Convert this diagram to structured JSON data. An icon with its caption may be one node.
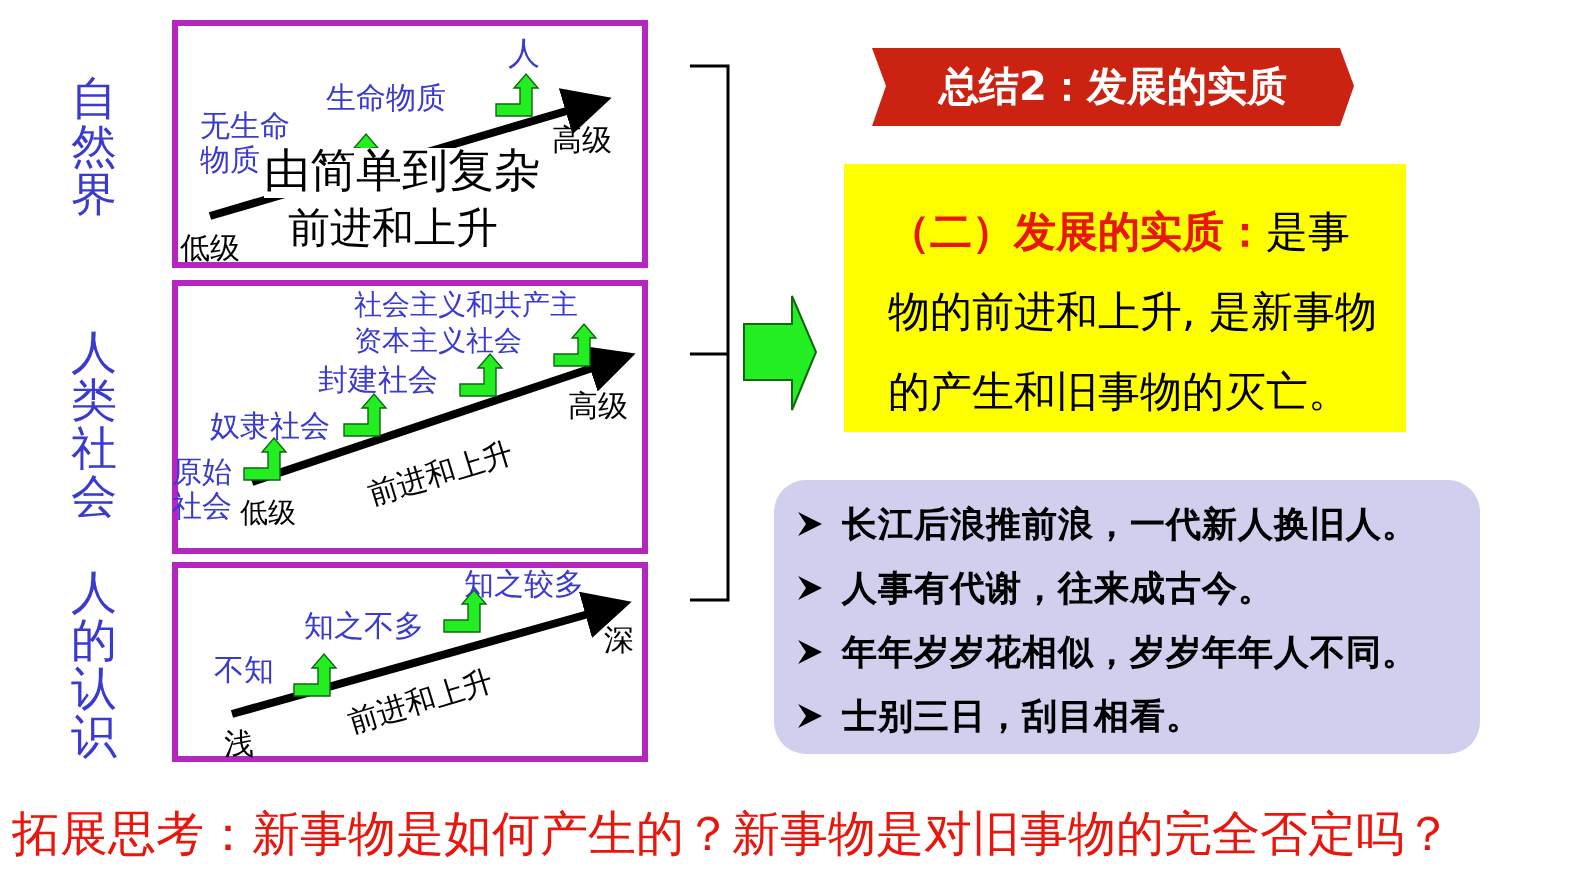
{
  "diagram": {
    "nodes": [
      {
        "text": [
          "自然界",
          "无生命物质",
          "生命物质",
          "人",
          "高级",
          "由简单到复杂",
          "前进和上升",
          "低级"
        ]
      },
      {
        "text": [
          "人类社会",
          "社会主义和共产主",
          "资本主义社会",
          "封建社会",
          "奴隶社会",
          "原始社会",
          "低级",
          "前进和上升",
          "高级"
        ]
      },
      {
        "text": [
          "人的认识",
          "知之较多",
          "知之不多",
          "不知",
          "前进和上升",
          "深",
          "浅"
        ]
      },
      {
        "text": [
          "总结2：发展的实质"
        ]
      },
      {
        "text": [
          "**（二）发展的实质：**是事物的前进和上升, 是新事物的产生和旧事物的灭亡。"
        ]
      },
      {
        "text": [
          "长江后浪推前浪，一代新人换旧人。",
          "人事有代谢，往来成古今。",
          "年年岁岁花相似，岁岁年年人不同。",
          "士别三日，刮目相看。"
        ]
      }
    ],
    "edges": [
      {
        "from": null,
        "to": 4,
        "arrow": "to"
      }
    ],
    "labels": [
      "拓展思考：新事物是如何产生的？新事物是对旧事物的完全否定吗？"
    ]
  }
}
